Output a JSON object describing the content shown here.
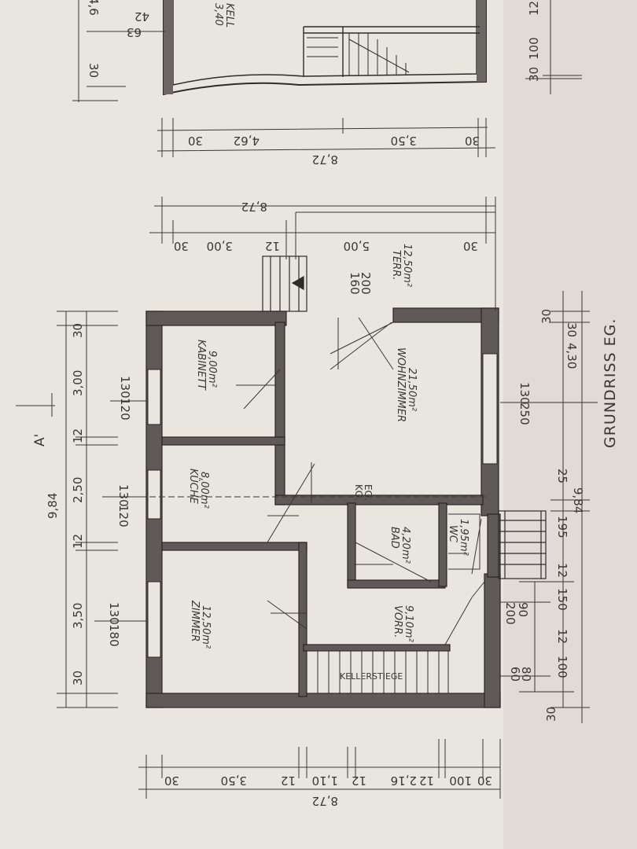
{
  "drawing": {
    "title": "GRUNDRISS EG.",
    "section_mark": "A'",
    "cellar_label": "KELL",
    "cellar_area": "3,40"
  },
  "rooms": {
    "kabinett": {
      "name": "KABINETT",
      "area": "9,00m²"
    },
    "kueche": {
      "name": "KÜCHE",
      "area": "8,00m²"
    },
    "zimmer": {
      "name": "ZIMMER",
      "area": "12,50m²"
    },
    "wohnzimmer": {
      "name": "WOHNZIMMER",
      "area": "21,50m²"
    },
    "bad": {
      "name": "BAD",
      "area": "4,20m²"
    },
    "wc": {
      "name": "WC",
      "area": "1,95m²"
    },
    "vorraum": {
      "name": "VORR.",
      "area": "9,10m²"
    },
    "terrasse": {
      "name": "TERR.",
      "area": "12,50m²"
    },
    "stair": "KELLERSTIEGE",
    "kg_mark": "KG.",
    "eg_mark": "EG."
  },
  "dims": {
    "left_total": "9,84",
    "left_30a": "30",
    "left_300": "3,00",
    "left_12a": "12",
    "left_250": "2,50",
    "left_12b": "12",
    "left_350": "3,50",
    "left_30b": "30",
    "win_130a": "130",
    "win_120a": "120",
    "win_130b": "130",
    "win_120b": "120",
    "win_130c": "130",
    "win_180": "180",
    "bot_total": "8,72",
    "bot_30a": "30",
    "bot_350": "3,50",
    "bot_12a": "12",
    "bot_110": "1,10",
    "bot_12b": "12",
    "bot_216": "2,16",
    "bot_12c": "12",
    "bot_100": "100",
    "bot_30b": "30",
    "top_total": "8,72",
    "top_30a": "30",
    "top_500": "5,00",
    "top_12": "12",
    "top_300": "3,00",
    "top_30b": "30",
    "door_160": "160",
    "door_200": "200",
    "right_total": "9,84",
    "right_30": "30",
    "right_430": "4,30",
    "right_25": "25",
    "right_250": "250",
    "right_130": "130",
    "right_195": "195",
    "right_12": "12",
    "right_150": "150",
    "right_12b": "12",
    "right_100": "100",
    "right_30b": "30",
    "right_200": "200",
    "right_90": "90",
    "right_60": "60",
    "right_80": "80",
    "cel_30a": "30",
    "cel_350": "3,50",
    "cel_462": "4,62",
    "cel_30b": "30",
    "cel_total": "8,72",
    "cel_63": "63",
    "cel_42": "42",
    "cel_30": "30",
    "cel_4": "4,6",
    "cel_r30": "30",
    "cel_r100": "100",
    "cel_r12": "12"
  }
}
